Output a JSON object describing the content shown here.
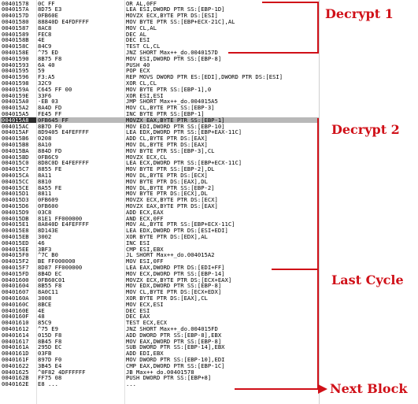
{
  "colors": {
    "annotation": "#d01018",
    "selection": "#b8b8b8"
  },
  "rows": [
    {
      "addr": "00401578",
      "hex": "0C FF",
      "mn": "OR AL,0FF"
    },
    {
      "addr": "0040157A",
      "hex": "8D75 E3",
      "mn": "LEA ESI,DWORD PTR SS:[EBP-1D]"
    },
    {
      "addr": "0040157D",
      "hex": "0FB60E",
      "mn": "MOVZX ECX,BYTE PTR DS:[ESI]"
    },
    {
      "addr": "00401580",
      "hex": "88840D E4FDFFFF",
      "mn": "MOV BYTE PTR SS:[EBP+ECX-21C],AL"
    },
    {
      "addr": "00401587",
      "hex": "8AC8",
      "mn": "MOV CL,AL"
    },
    {
      "addr": "00401589",
      "hex": "FEC8",
      "mn": "DEC AL"
    },
    {
      "addr": "0040158B",
      "hex": "4E",
      "mn": "DEC ESI"
    },
    {
      "addr": "0040158C",
      "hex": "84C9",
      "mn": "TEST CL,CL"
    },
    {
      "addr": "0040158E",
      "hex": "^75 ED",
      "mn": "JNZ SHORT Max++_do.0040157D"
    },
    {
      "addr": "00401590",
      "hex": "8B75 F8",
      "mn": "MOV ESI,DWORD PTR SS:[EBP-8]"
    },
    {
      "addr": "00401593",
      "hex": "6A 40",
      "mn": "PUSH 40"
    },
    {
      "addr": "00401595",
      "hex": "59",
      "mn": "POP ECX"
    },
    {
      "addr": "00401596",
      "hex": "F3:A5",
      "mn": "REP MOVS DWORD PTR ES:[EDI],DWORD PTR DS:[ESI]"
    },
    {
      "addr": "00401598",
      "hex": "32C9",
      "mn": "XOR CL,CL"
    },
    {
      "addr": "0040159A",
      "hex": "C645 FF 00",
      "mn": "MOV BYTE PTR SS:[EBP-1],0"
    },
    {
      "addr": "0040159E",
      "hex": "33F6",
      "mn": "XOR ESI,ESI"
    },
    {
      "addr": "004015A0",
      "hex": "-EB 03",
      "mn": "JMP SHORT Max++_do.004015A5"
    },
    {
      "addr": "004015A2",
      "hex": "8A4D FD",
      "mn": "MOV CL,BYTE PTR SS:[EBP-3]"
    },
    {
      "addr": "004015A5",
      "hex": "FE45 FF",
      "mn": "INC BYTE PTR SS:[EBP-1]"
    },
    {
      "addr": "004015A8",
      "hex": "0FB645 FF",
      "mn": "MOVZX EAX,BYTE PTR SS:[EBP-1]"
    },
    {
      "addr": "004015AC",
      "hex": "8B7D F0",
      "mn": "MOV EDI,DWORD PTR SS:[EBP-10]"
    },
    {
      "addr": "004015AF",
      "hex": "8D9405 E4FEFFFF",
      "mn": "LEA EDX,DWORD PTR SS:[EBP+EAX-11C]"
    },
    {
      "addr": "004015B6",
      "hex": "0208",
      "mn": "ADD CL,BYTE PTR DS:[EAX]"
    },
    {
      "addr": "004015B8",
      "hex": "8A10",
      "mn": "MOV DL,BYTE PTR DS:[EAX]"
    },
    {
      "addr": "004015BA",
      "hex": "884D FD",
      "mn": "MOV BYTE PTR SS:[EBP-3],CL"
    },
    {
      "addr": "004015BD",
      "hex": "0FB6C9",
      "mn": "MOVZX ECX,CL"
    },
    {
      "addr": "004015C0",
      "hex": "8D8C0D E4FEFFFF",
      "mn": "LEA ECX,DWORD PTR SS:[EBP+ECX-11C]"
    },
    {
      "addr": "004015C7",
      "hex": "8855 FE",
      "mn": "MOV BYTE PTR SS:[EBP-2],DL"
    },
    {
      "addr": "004015CA",
      "hex": "8A11",
      "mn": "MOV DL,BYTE PTR DS:[ECX]"
    },
    {
      "addr": "004015CC",
      "hex": "8810",
      "mn": "MOV BYTE PTR DS:[EAX],DL"
    },
    {
      "addr": "004015CE",
      "hex": "8A55 FE",
      "mn": "MOV DL,BYTE PTR SS:[EBP-2]"
    },
    {
      "addr": "004015D1",
      "hex": "8811",
      "mn": "MOV BYTE PTR DS:[ECX],DL"
    },
    {
      "addr": "004015D3",
      "hex": "0FB609",
      "mn": "MOVZX ECX,BYTE PTR DS:[ECX]"
    },
    {
      "addr": "004015D6",
      "hex": "0FB600",
      "mn": "MOVZX EAX,BYTE PTR DS:[EAX]"
    },
    {
      "addr": "004015D9",
      "hex": "03C8",
      "mn": "ADD ECX,EAX"
    },
    {
      "addr": "004015DB",
      "hex": "81E1 FF000000",
      "mn": "AND ECX,0FF"
    },
    {
      "addr": "004015E1",
      "hex": "8A840D E4FEFFFF",
      "mn": "MOV AL,BYTE PTR SS:[EBP+ECX-11C]"
    },
    {
      "addr": "004015E8",
      "hex": "8D143E",
      "mn": "LEA EDX,DWORD PTR DS:[ESI+EDI]"
    },
    {
      "addr": "004015EB",
      "hex": "3002",
      "mn": "XOR BYTE PTR DS:[EDX],AL"
    },
    {
      "addr": "004015ED",
      "hex": "46",
      "mn": "INC ESI"
    },
    {
      "addr": "004015EE",
      "hex": "3BF3",
      "mn": "CMP ESI,EBX"
    },
    {
      "addr": "004015F0",
      "hex": "^7C B0",
      "mn": "JL SHORT Max++_do.004015A2"
    },
    {
      "addr": "004015F2",
      "hex": "BE FF000000",
      "mn": "MOV ESI,0FF"
    },
    {
      "addr": "004015F7",
      "hex": "8D87 FF000000",
      "mn": "LEA EAX,DWORD PTR DS:[EDI+FF]"
    },
    {
      "addr": "004015FD",
      "hex": "8B4D EC",
      "mn": "MOV ECX,DWORD PTR SS:[EBP-14]"
    },
    {
      "addr": "00401600",
      "hex": "0FB60C01",
      "mn": "MOVZX ECX,BYTE PTR DS:[ECX+EAX]"
    },
    {
      "addr": "00401604",
      "hex": "8B55 F8",
      "mn": "MOV EDX,DWORD PTR SS:[EBP-8]"
    },
    {
      "addr": "00401607",
      "hex": "8A0C11",
      "mn": "MOV CL,BYTE PTR DS:[ECX+EDX]"
    },
    {
      "addr": "0040160A",
      "hex": "3008",
      "mn": "XOR BYTE PTR DS:[EAX],CL"
    },
    {
      "addr": "0040160C",
      "hex": "8BCE",
      "mn": "MOV ECX,ESI"
    },
    {
      "addr": "0040160E",
      "hex": "4E",
      "mn": "DEC ESI"
    },
    {
      "addr": "0040160F",
      "hex": "48",
      "mn": "DEC EAX"
    },
    {
      "addr": "00401610",
      "hex": "85C9",
      "mn": "TEST ECX,ECX"
    },
    {
      "addr": "00401612",
      "hex": "^75 E9",
      "mn": "JNZ SHORT Max++_do.004015FD"
    },
    {
      "addr": "00401614",
      "hex": "015D F8",
      "mn": "ADD DWORD PTR SS:[EBP-8],EBX"
    },
    {
      "addr": "00401617",
      "hex": "8B45 F8",
      "mn": "MOV EAX,DWORD PTR SS:[EBP-8]"
    },
    {
      "addr": "0040161A",
      "hex": "295D EC",
      "mn": "SUB DWORD PTR SS:[EBP-14],EBX"
    },
    {
      "addr": "0040161D",
      "hex": "03FB",
      "mn": "ADD EDI,EBX"
    },
    {
      "addr": "0040161F",
      "hex": "897D F0",
      "mn": "MOV DWORD PTR SS:[EBP-10],EDI"
    },
    {
      "addr": "00401622",
      "hex": "3B45 E4",
      "mn": "CMP EAX,DWORD PTR SS:[EBP-1C]"
    },
    {
      "addr": "00401625",
      "hex": "^0F82 4DFFFFFF",
      "mn": "JB Max++_do.00401578"
    },
    {
      "addr": "0040162B",
      "hex": "FF75 08",
      "mn": "PUSH DWORD PTR SS:[EBP+8]"
    },
    {
      "addr": "0040162E",
      "hex": "E8 ...",
      "mn": "..."
    }
  ],
  "selected_row": 19,
  "annotations": [
    {
      "text": "Decrypt 1"
    },
    {
      "text": "Decrypt 2"
    },
    {
      "text": "Last Cycle"
    },
    {
      "text": "Next Block"
    }
  ]
}
